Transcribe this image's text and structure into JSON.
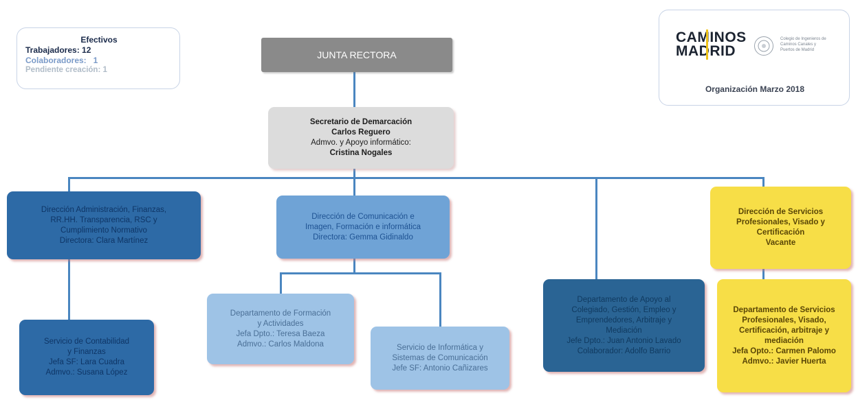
{
  "efectivos": {
    "title": "Efectivos",
    "trabajadores": "Trabajadores: 12",
    "colaboradores": "Colaboradores:   1",
    "pendiente": "Pendiente creación: 1"
  },
  "logo": {
    "brand_line1": "CAMINOS",
    "brand_line2": "MADRID",
    "college_text": "Colegio de Ingenieros de Caminos Canales y Puertos de Madrid",
    "caption": "Organización Marzo 2018"
  },
  "junta": {
    "label": "JUNTA RECTORA"
  },
  "secretario": {
    "line1": "Secretario de Demarcación",
    "line2": "Carlos Reguero",
    "line3": "Admvo. y Apoyo informático:",
    "line4": "Cristina Nogales"
  },
  "dir_admin": {
    "line1": "Dirección Administración, Finanzas,",
    "line2": "RR.HH. Transparencia, RSC y",
    "line3": "Cumplimiento Normativo",
    "line4": "Directora: Clara Martínez"
  },
  "dir_comunicacion": {
    "line1": "Dirección de Comunicación e",
    "line2": "Imagen, Formación e informática",
    "line3": "Directora: Gemma Gidinaldo"
  },
  "dir_servicios": {
    "line1": "Dirección de Servicios",
    "line2": "Profesionales, Visado  y",
    "line3": "Certificación",
    "line4": "Vacante"
  },
  "serv_contabilidad": {
    "line1": "Servicio de Contabilidad",
    "line2": "y Finanzas",
    "line3": "Jefa SF: Lara Cuadra",
    "line4": "Admvo.: Susana López"
  },
  "dep_formacion": {
    "line1": "Departamento de Formación",
    "line2": "y Actividades",
    "line3": "Jefa Dpto.: Teresa Baeza",
    "line4": "Admvo.: Carlos Maldona"
  },
  "serv_informatica": {
    "line1": "Servicio de Informática y",
    "line2": "Sistemas de Comunicación",
    "line3": "Jefe SF: Antonio Cañizares"
  },
  "dep_apoyo": {
    "line1": "Departamento de Apoyo al",
    "line2": "Colegiado, Gestión, Empleo y",
    "line3": "Emprendedores, Arbitraje y",
    "line4": "Mediación",
    "line5": "Jefe Dpto.: Juan Antonio Lavado",
    "line6": "Colaborador: Adolfo Barrio"
  },
  "dep_servicios": {
    "line1": "Departamento de Servicios",
    "line2": "Profesionales, Visado,",
    "line3": "Certificación, arbitraje y",
    "line4": "mediación",
    "line5": "Jefa Opto.: Carmen Palomo",
    "line6": "Admvo.: Javier Huerta"
  },
  "colors": {
    "connector": "#4a86c0",
    "dark_blue": "#2d6aa6",
    "mid_blue": "#6fa3d6",
    "light_blue": "#9ec3e6",
    "navy": "#2a6494",
    "yellow": "#f7de47",
    "gray": "#dcdcdc",
    "junta": "#8a8a8a"
  }
}
